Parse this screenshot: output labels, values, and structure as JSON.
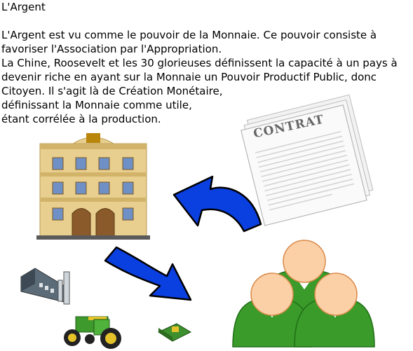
{
  "title": "L'Argent",
  "paragraphs": [
    "L'Argent est vu comme le pouvoir de la Monnaie. Ce pouvoir consiste à favoriser l'Association par l'Appropriation.",
    "La Chine, Roosevelt et les 30 glorieuses définissent la capacité à un pays à devenir riche en ayant sur la Monnaie un Pouvoir Productif Public, donc Citoyen. Il s'agit là de Création Monétaire,\ndéfinissant la Monnaie comme utile,\nétant corrélée à la production."
  ],
  "contract_label": "CONTRAT",
  "colors": {
    "arrow_fill": "#0a3fe0",
    "people_green": "#3a9a2a",
    "people_head": "#fbd0a6",
    "building": "#e8cf8f"
  },
  "icons": [
    "bank-building-icon",
    "contract-document-icon",
    "factory-icon",
    "tractor-icon",
    "money-bundle-icon",
    "people-group-icon",
    "curved-arrow-icon"
  ]
}
